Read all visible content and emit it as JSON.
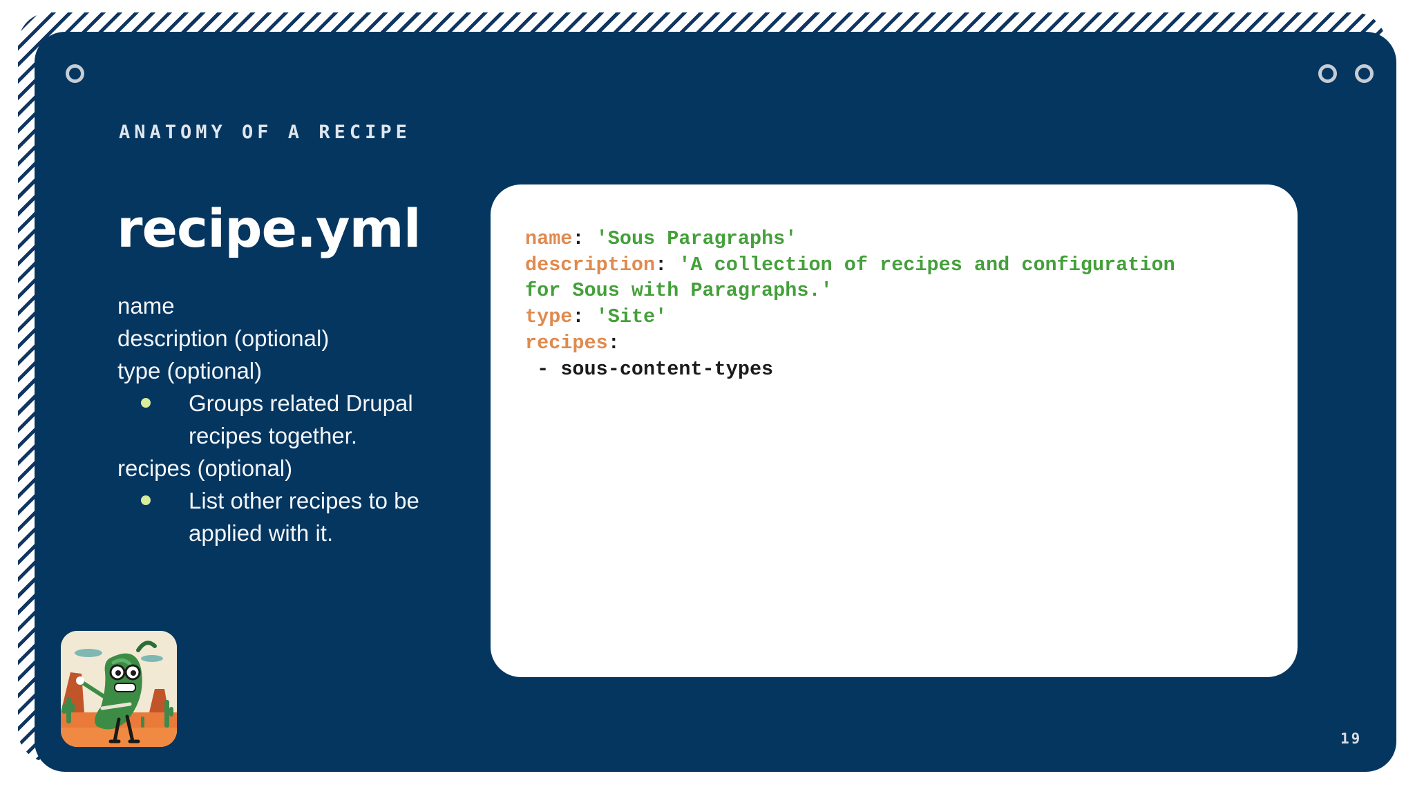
{
  "slide": {
    "eyebrow": "ANATOMY OF A RECIPE",
    "title": "recipe.yml",
    "page_number": "19",
    "colors": {
      "background": "#053660",
      "key": "#e08a4f",
      "string": "#44a03a",
      "bullet": "#d9ec9c"
    }
  },
  "fields": {
    "name": "name",
    "description": "description (optional)",
    "type": "type (optional)",
    "type_note_line1": "Groups related Drupal",
    "type_note_line2": "recipes together.",
    "recipes": "recipes (optional)",
    "recipes_note_line1": "List other recipes to be",
    "recipes_note_line2": "applied with it."
  },
  "code": {
    "name_key": "name",
    "name_value": "'Sous Paragraphs'",
    "description_key": "description",
    "description_value_line1": "'A collection of recipes and configuration",
    "description_value_line2": "for Sous with Paragraphs.'",
    "type_key": "type",
    "type_value": "'Site'",
    "recipes_key": "recipes",
    "recipes_item": "- sous-content-types",
    "colon": ":"
  },
  "icons": {
    "mascot": "jalapeno-cowboy-mascot-icon",
    "rings": "binder-ring-icon"
  }
}
